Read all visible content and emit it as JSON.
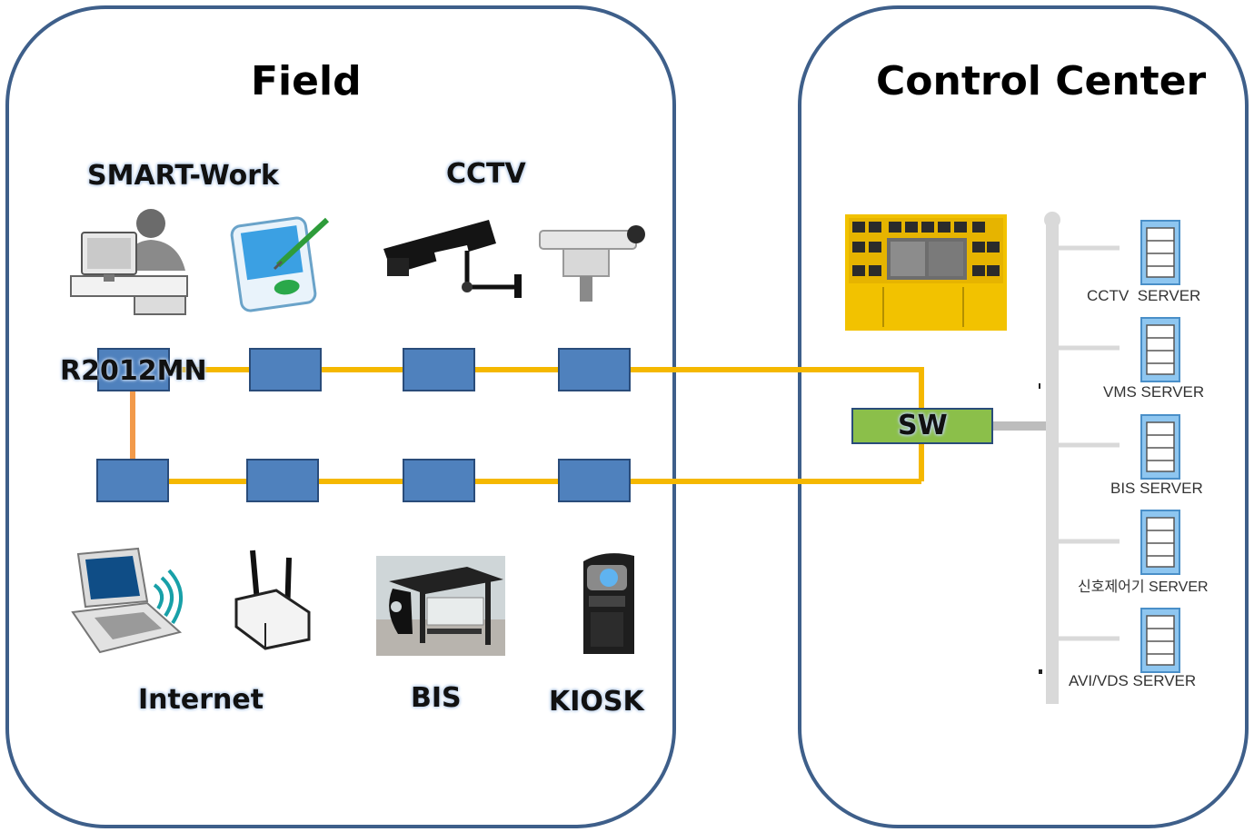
{
  "field": {
    "title": "Field",
    "labels": {
      "smart_work": "SMART-Work",
      "cctv": "CCTV",
      "r2012mn": "R2012MN",
      "internet": "Internet",
      "bis": "BIS",
      "kiosk": "KIOSK"
    }
  },
  "control_center": {
    "title": "Control Center",
    "switch_label": "SW",
    "servers": [
      "CCTV  SERVER",
      "VMS SERVER",
      "BIS SERVER",
      "신호제어기 SERVER",
      "AVI/VDS SERVER"
    ]
  },
  "colors": {
    "panel_border": "#3e5f8a",
    "node_fill": "#4f81bd",
    "link_line": "#f5b800",
    "vertical_link": "#f29a4a",
    "switch_fill": "#8bbf4a",
    "bus_line": "#d9d9d9",
    "server_fill": "#8ec6f0"
  },
  "icons": [
    "operator-workstation-icon",
    "pda-tablet-icon",
    "cctv-camera-icon",
    "ptz-camera-icon",
    "laptop-wireless-icon",
    "wireless-router-icon",
    "bus-shelter-icon",
    "kiosk-icon",
    "monitor-wall-icon",
    "server-icon"
  ]
}
